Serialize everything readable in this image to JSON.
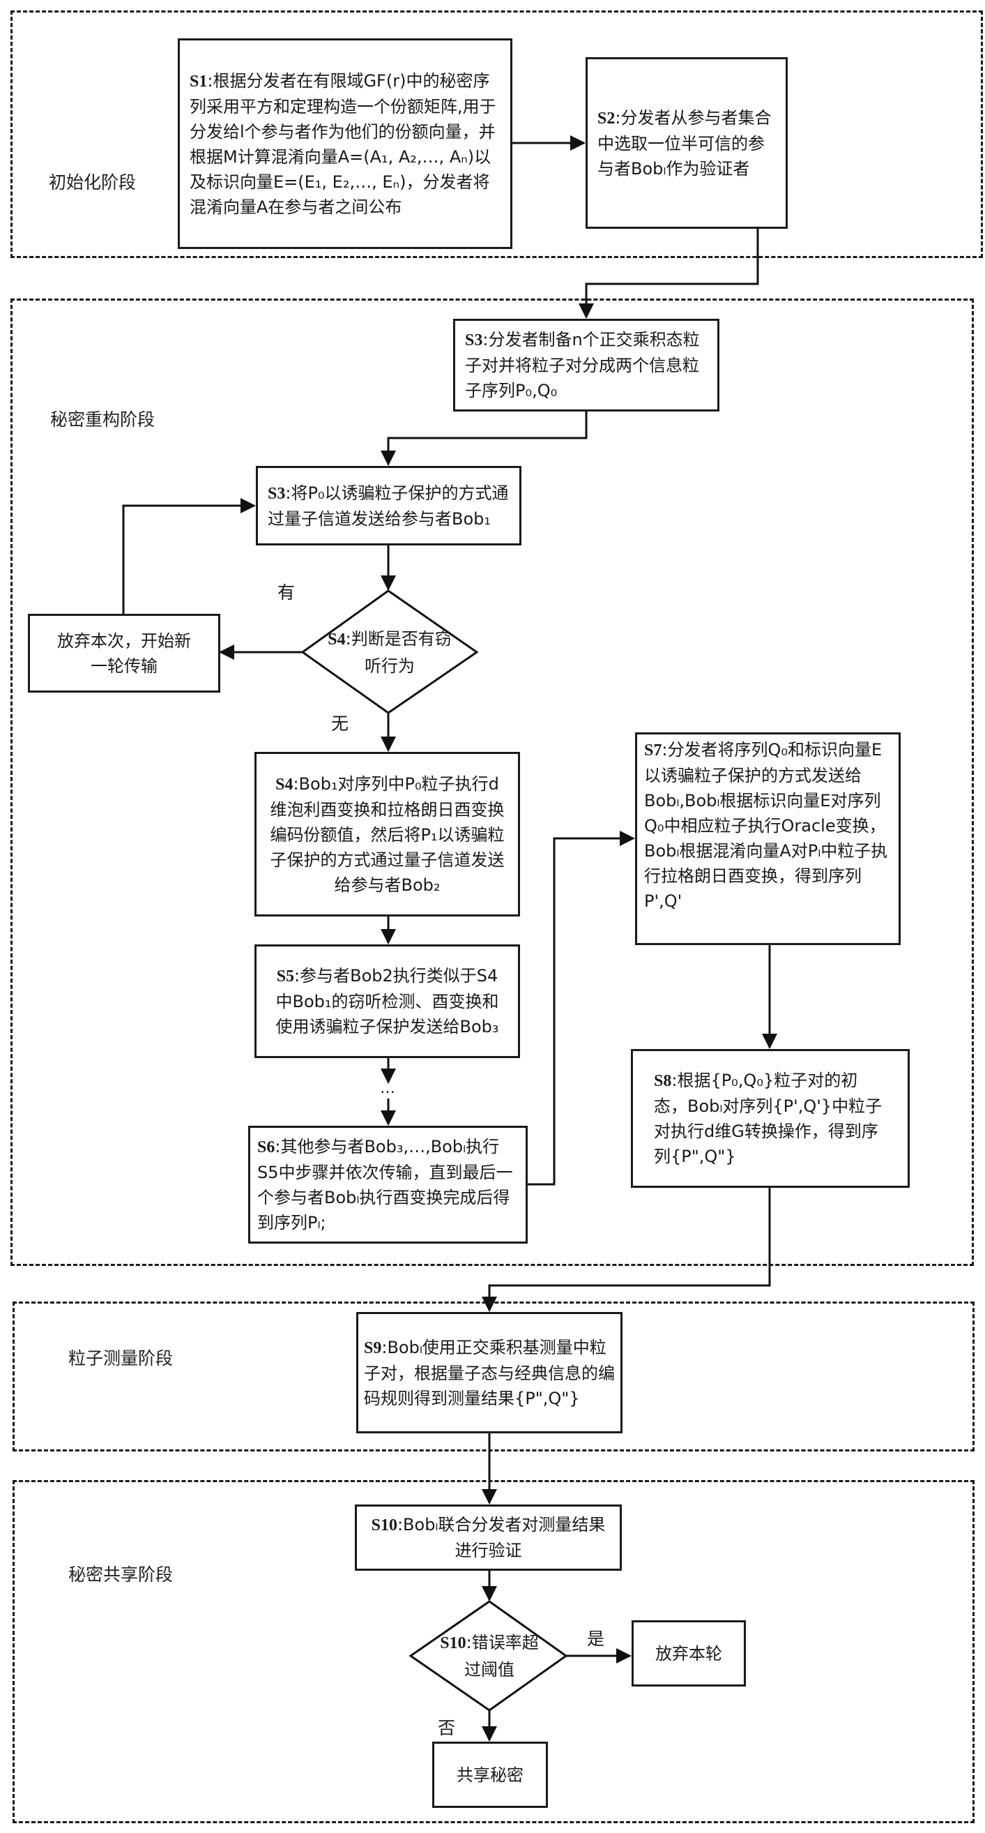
{
  "phases": {
    "init": "初始化阶段",
    "reconstruct": "秘密重构阶段",
    "measure": "粒子测量阶段",
    "share": "秘密共享阶段"
  },
  "steps": {
    "s1": {
      "step": "S1",
      "text": ":根据分发者在有限域GF(r)中的秘密序列采用平方和定理构造一个份额矩阵,用于分发给l个参与者作为他们的份额向量，并根据M计算混淆向量A=(A₁, A₂,…, Aₙ)以及标识向量E=(E₁, E₂,…, Eₙ)，分发者将混淆向量A在参与者之间公布"
    },
    "s2": {
      "step": "S2",
      "text": ":分发者从参与者集合中选取一位半可信的参与者Bobₗ作为验证者"
    },
    "s3a": {
      "step": "S3",
      "text": ":分发者制备n个正交乘积态粒子对并将粒子对分成两个信息粒子序列P₀,Q₀"
    },
    "s3b": {
      "step": "S3",
      "text": ":将P₀以诱骗粒子保护的方式通过量子信道发送给参与者Bob₁"
    },
    "s4_decision": {
      "step": "S4",
      "text": ":判断是否有窃听行为"
    },
    "abandon_round": {
      "text": "放弃本次，开始新一轮传输"
    },
    "s4": {
      "step": "S4",
      "text": ":Bob₁对序列中P₀粒子执行d维泡利酉变换和拉格朗日酉变换编码份额值，然后将P₁以诱骗粒子保护的方式通过量子信道发送给参与者Bob₂"
    },
    "s5": {
      "step": "S5",
      "text": ":参与者Bob2执行类似于S4中Bob₁的窃听检测、酉变换和使用诱骗粒子保护发送给Bob₃"
    },
    "s6": {
      "step": "S6",
      "text": ":其他参与者Bob₃,…,Bobₗ执行S5中步骤并依次传输，直到最后一个参与者Bobₗ执行酉变换完成后得到序列Pₗ;"
    },
    "s7": {
      "step": "S7",
      "text": ":分发者将序列Q₀和标识向量E以诱骗粒子保护的方式发送给Bobₗ,Bobₗ根据标识向量E对序列Q₀中相应粒子执行Oracle变换，Bobₗ根据混淆向量A对Pₗ中粒子执行拉格朗日酉变换，得到序列P',Q'"
    },
    "s8": {
      "step": "S8",
      "text": ":根据{P₀,Q₀}粒子对的初态，Bobₗ对序列{P',Q'}中粒子对执行d维G转换操作，得到序列{P\",Q\"}"
    },
    "s9": {
      "step": "S9",
      "text": ":Bobₗ使用正交乘积基测量中粒子对，根据量子态与经典信息的编码规则得到测量结果{P\",Q\"}"
    },
    "s10": {
      "step": "S10",
      "text": ":Bobₗ联合分发者对测量结果进行验证"
    },
    "s10_decision": {
      "step": "S10",
      "text": ":错误率超过阈值"
    },
    "abandon_this": {
      "text": "放弃本轮"
    },
    "share_secret": {
      "text": "共享秘密"
    }
  },
  "edge_labels": {
    "yes_eavesdrop": "有",
    "no_eavesdrop": "无",
    "yes_threshold": "是",
    "no_threshold": "否",
    "ellipsis": "…"
  }
}
